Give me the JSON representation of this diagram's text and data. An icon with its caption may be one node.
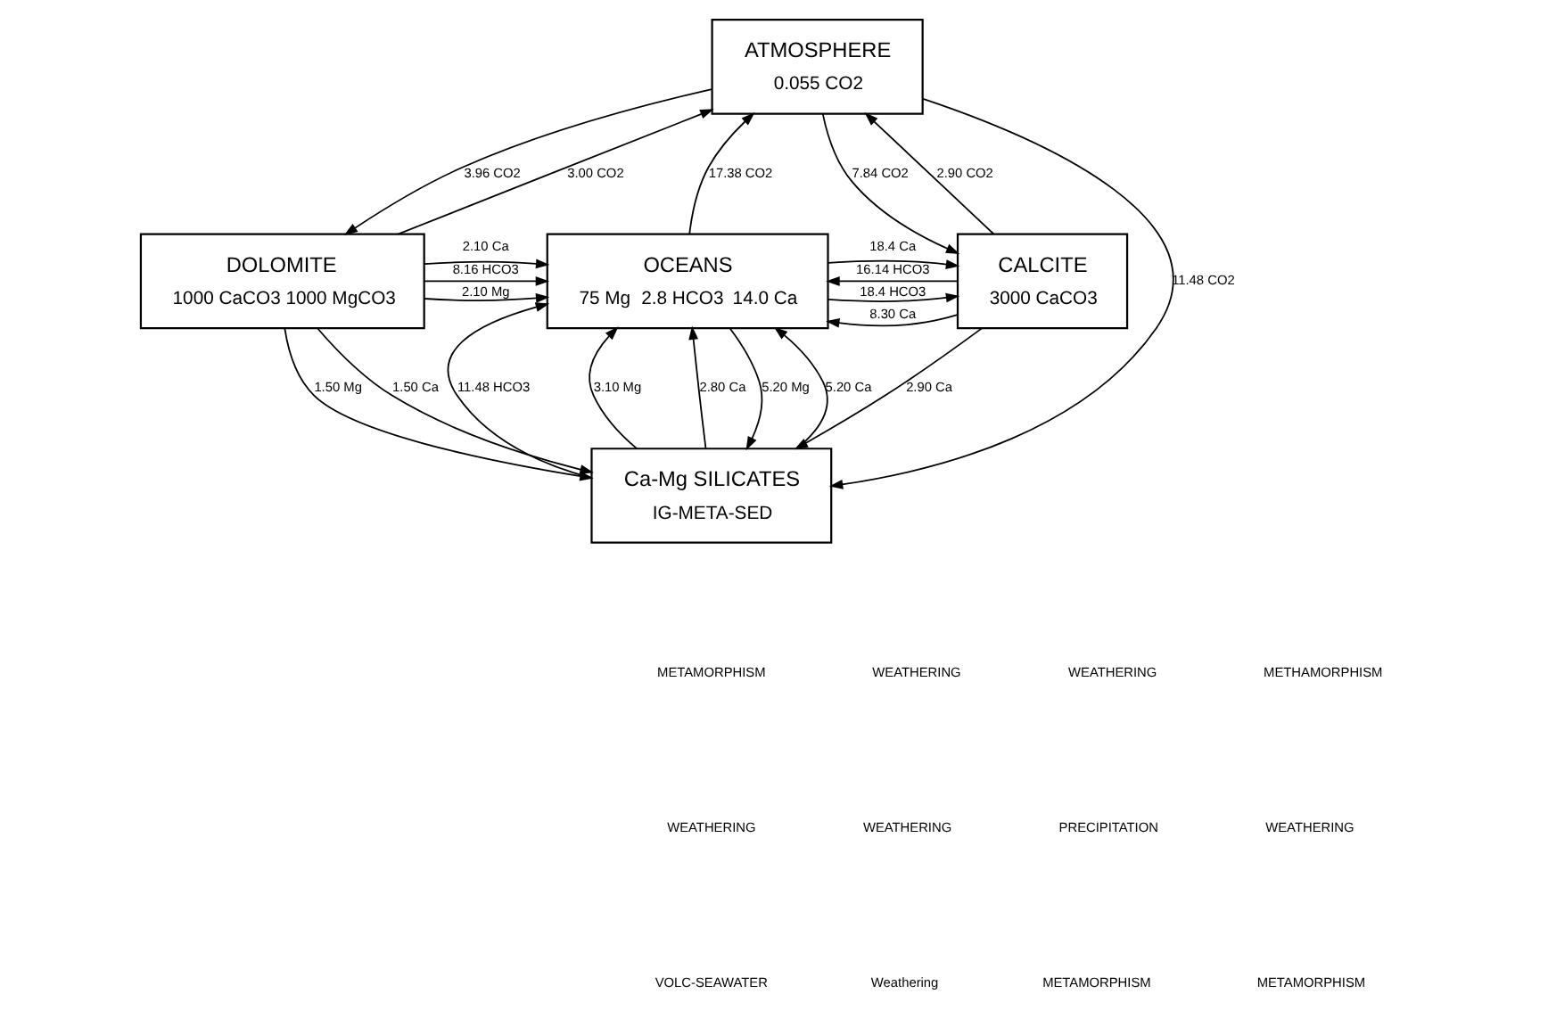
{
  "diagram": {
    "nodes": [
      {
        "text": [
          "ATMOSPHERE",
          "0.055 CO2"
        ]
      },
      {
        "text": [
          "DOLOMITE",
          "1000 CaCO3 1000 MgCO3"
        ]
      },
      {
        "text": [
          "OCEANS",
          "75 Mg",
          "2.8 HCO3",
          "14.0 Ca"
        ]
      },
      {
        "text": [
          "CALCITE",
          "3000 CaCO3"
        ]
      },
      {
        "text": [
          "Ca-Mg SILICATES",
          "IG-META-SED"
        ]
      }
    ],
    "edges": [
      {
        "from": 1,
        "to": 0,
        "arrow": "to",
        "label": "3.00 CO2"
      },
      {
        "from": 0,
        "to": 1,
        "arrow": "to",
        "label": "3.96 CO2"
      },
      {
        "from": 0,
        "to": 4,
        "arrow": "to",
        "label": "11.48 CO2"
      },
      {
        "from": 3,
        "to": 0,
        "arrow": "to",
        "label": "2.90 CO2"
      },
      {
        "from": 0,
        "to": 3,
        "arrow": "to",
        "label": "7.84 CO2"
      },
      {
        "from": 2,
        "to": 0,
        "arrow": "to",
        "label": "17.38 CO2"
      },
      {
        "from": 2,
        "to": 3,
        "arrow": "to",
        "label": "18.4 HCO3"
      },
      {
        "from": 1,
        "to": 2,
        "arrow": "to",
        "label": "8.16 HCO3"
      },
      {
        "from": 1,
        "to": 2,
        "arrow": "to",
        "label": "2.10 Ca"
      },
      {
        "from": 1,
        "to": 2,
        "arrow": "to",
        "label": "2.10 Mg"
      },
      {
        "from": 2,
        "to": 3,
        "arrow": "to",
        "label": "18.4 Ca"
      },
      {
        "from": 3,
        "to": 2,
        "arrow": "to",
        "label": "16.14 HCO3"
      },
      {
        "from": 3,
        "to": 2,
        "arrow": "to",
        "label": "8.30 Ca"
      },
      {
        "from": 1,
        "to": 4,
        "arrow": "to",
        "label": "1.50 Ca"
      },
      {
        "from": 1,
        "to": 4,
        "arrow": "to",
        "label": "1.50 Mg"
      },
      {
        "from": 2,
        "to": 4,
        "arrow": "to",
        "label": "5.20 Mg"
      },
      {
        "from": 4,
        "to": 2,
        "arrow": "to",
        "label": "5.20 Ca"
      },
      {
        "from": 4,
        "to": 2,
        "arrow": "to",
        "label": "11.48 HCO3"
      },
      {
        "from": 4,
        "to": 2,
        "arrow": "to",
        "label": "3.10 Mg"
      },
      {
        "from": 4,
        "to": 2,
        "arrow": "to",
        "label": "2.80 Ca"
      },
      {
        "from": 3,
        "to": 4,
        "arrow": "to",
        "label": "2.90 Ca"
      }
    ],
    "labels": [
      "METAMORPHISM",
      "WEATHERING",
      "WEATHERING",
      "METHAMORPHISM",
      "WEATHERING",
      "WEATHERING",
      "PRECIPITATION",
      "WEATHERING",
      "VOLC-SEAWATER",
      "Weathering",
      "METAMORPHISM",
      "METAMORPHISM"
    ]
  }
}
